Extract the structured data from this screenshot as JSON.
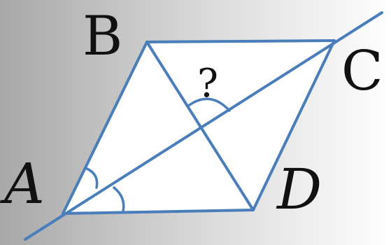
{
  "diagram": {
    "labels": {
      "A": "A",
      "B": "B",
      "C": "C",
      "D": "D",
      "unknown_angle": "?"
    },
    "colors": {
      "line": "#4a7ebb",
      "text": "#111111",
      "background_dark": "#a8a8a8",
      "background_light": "#ffffff"
    }
  }
}
